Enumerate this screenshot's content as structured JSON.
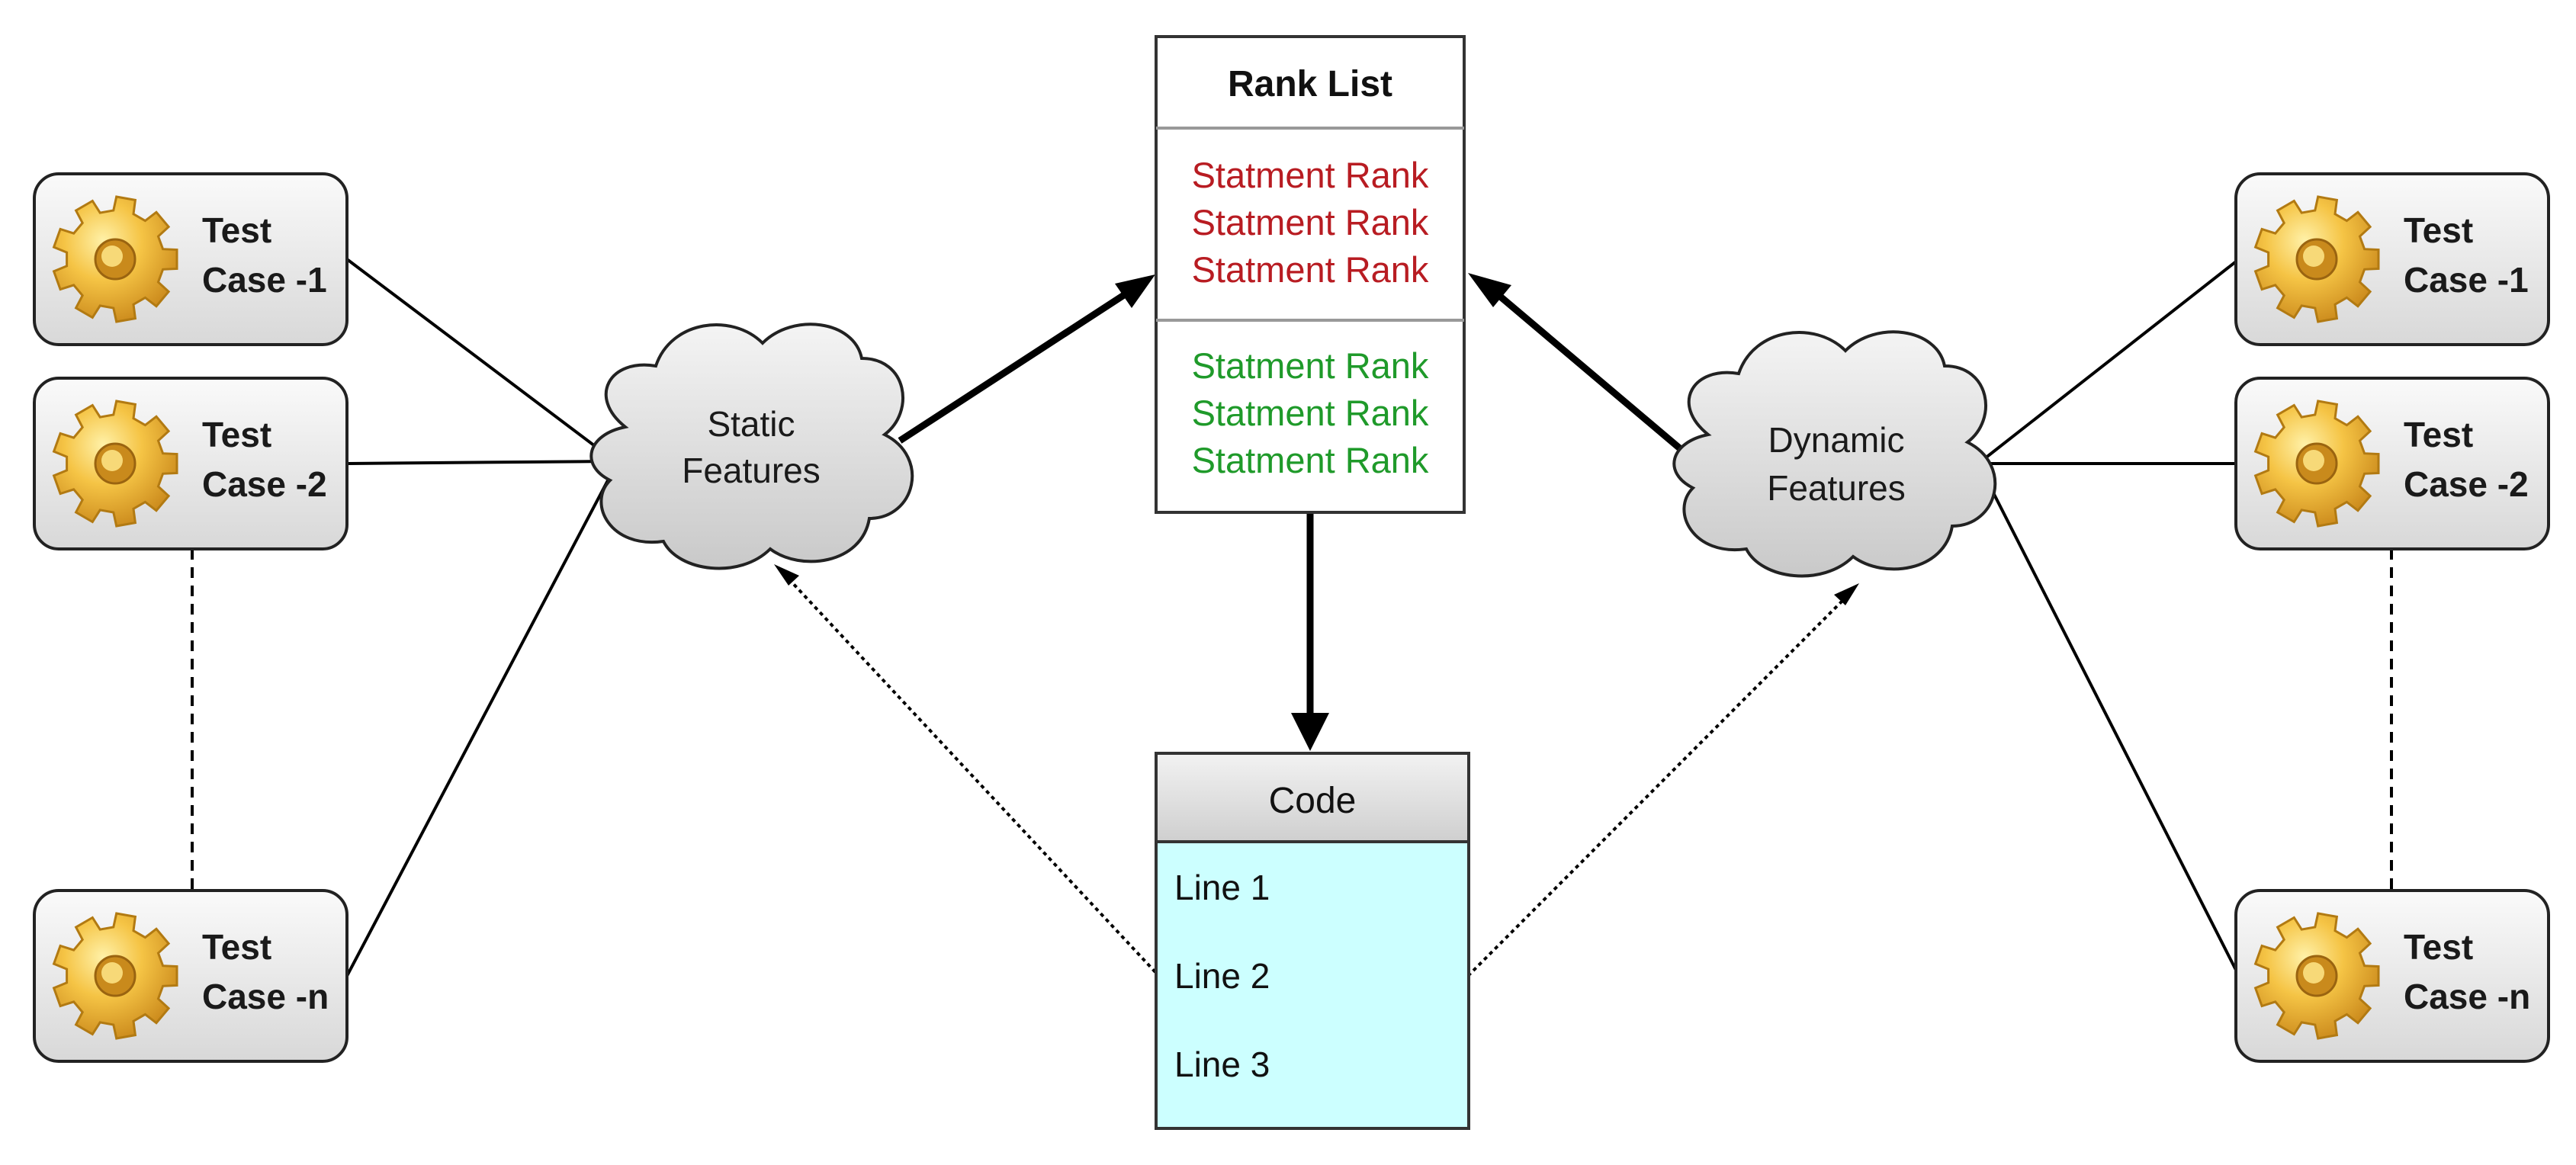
{
  "colors": {
    "rank_red": "#b81c22",
    "rank_green": "#1f9a2a",
    "code_body": "#ccffff",
    "code_header": "#dcdcdc",
    "gear_gold": "#f2b83a",
    "box_fill": "#e8e8e8"
  },
  "icons": {
    "test_case": "gear-icon"
  },
  "left_test_cases": [
    {
      "line1": "Test",
      "line2": "Case -1"
    },
    {
      "line1": "Test",
      "line2": "Case -2"
    },
    {
      "line1": "Test",
      "line2": "Case -n"
    }
  ],
  "right_test_cases": [
    {
      "line1": "Test",
      "line2": "Case -1"
    },
    {
      "line1": "Test",
      "line2": "Case -2"
    },
    {
      "line1": "Test",
      "line2": "Case -n"
    }
  ],
  "static_features": {
    "line1": "Static",
    "line2": "Features"
  },
  "dynamic_features": {
    "line1": "Dynamic",
    "line2": "Features"
  },
  "rank_list": {
    "title": "Rank List",
    "top_items": [
      "Statment Rank",
      "Statment Rank",
      "Statment Rank"
    ],
    "bottom_items": [
      "Statment Rank",
      "Statment Rank",
      "Statment Rank"
    ]
  },
  "code": {
    "title": "Code",
    "lines": [
      "Line 1",
      "Line 2",
      "Line 3"
    ]
  }
}
